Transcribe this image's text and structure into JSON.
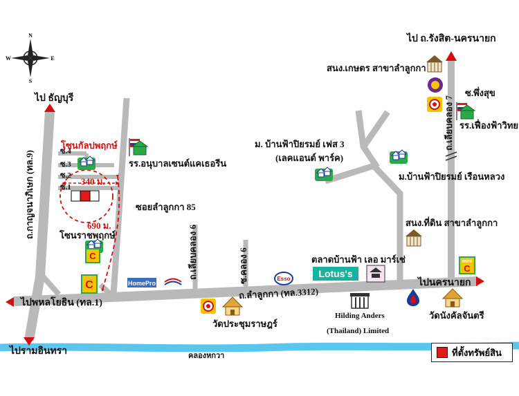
{
  "compass": {
    "n": "N",
    "s": "S",
    "e": "E",
    "w": "W"
  },
  "labels": {
    "to_thanyaburi": "ไป ธัญบุรี",
    "to_rangsit_nakhonnayok": "ไป ถ.รังสิต-นครนายก",
    "to_phaholyothin": "ไปพหลโยธิน (ทล.1)",
    "to_ramintra": "ไปรามอินทรา",
    "to_nakhonnayok": "ไปนครนายก",
    "kanchanaphisek_rd": "ถ.กาญจนาภิเษก (ทล.9)",
    "lamlukka_rd": "ถ.ลำลูกกา (ทล.3312)",
    "soi_lamlukka_85": "ซอยลำลูกกา 85",
    "liab_khlong6": "ถ.เลียบคลอง 6",
    "soi_khlong6": "ซ.คลอง 6",
    "liab_khlong7": "ถ.เลียบคลอง 7",
    "khlong_hok_wa": "คลองหกวา",
    "zone_kanlapaphruek": "โซนกัลปพฤกษ์",
    "zone_ratchaphruek": "โซนราชพฤกษ์",
    "soi4": "ซ.4",
    "soi3": "ซ.3",
    "soi2": "ซ.2",
    "soi1": "ซ.1",
    "dist_340": "340 ม.",
    "dist_690": "690 ม.",
    "anuban_school": "รร.อนุบาลเซนต์แคเธอรีน",
    "baanfah_phase3": "ม. บ้านฟ้าปิยรมย์ เฟส 3",
    "lake_and_park": "(เลคแอนด์ พาร์ค)",
    "baanfah_ruenluang": "ม.บ้านฟ้าปิยรมย์ เรือนหลวง",
    "land_office": "สนง.ที่ดิน สาขาลำลูกกา",
    "kaset_office": "สนง.เกษตร สาขาลำลูกกา",
    "soi_phueng_suk": "ซ.พึ่งสุข",
    "fueang_fah_school": "รร.เฟื่องฟ้าวิทยา",
    "baanfah_market": "ตลาดบ้านฟ้า เลอ มาร์เช่",
    "lotus": "Lotus's",
    "homepro": "HomePro",
    "esso": "Esso",
    "wat_prachum": "วัดประชุมราษฎร์",
    "wat_nangkan": "วัดนังคัลจันตรี",
    "hilding1": "Hilding Anders",
    "hilding2": "(Thailand) Limited",
    "mini_c": "mini"
  },
  "legend": {
    "label": "ที่ตั้งทรัพย์สิน"
  },
  "colors": {
    "road": "#b9b9b9",
    "canal": "#59c6ee",
    "arrow": "#d01010",
    "property": "#e01818"
  }
}
